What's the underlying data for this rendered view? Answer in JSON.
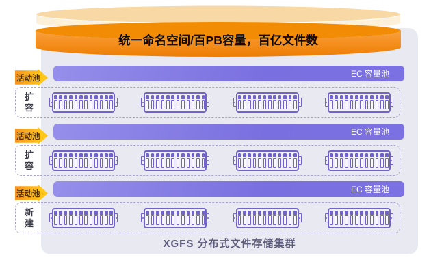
{
  "cylinder": {
    "label": "统一命名空间/百PB容量，百亿文件数"
  },
  "footer": {
    "label": "XGFS 分布式文件存储集群"
  },
  "rows": [
    {
      "active_label": "活动池",
      "pool_label": "EC 容量池",
      "side_label": "扩容"
    },
    {
      "active_label": "活动池",
      "pool_label": "EC 容量池",
      "side_label": "扩容"
    },
    {
      "active_label": "活动池",
      "pool_label": "EC 容量池",
      "side_label": "新建"
    }
  ],
  "layout_counts": {
    "servers_per_row": 4,
    "disks_per_server": 12
  },
  "colors": {
    "panel_bg": "#E9E9F2",
    "pool_bar": "#7A6FE0",
    "server_purple": "#7063C9",
    "dashed_border": "#A9A3D0",
    "cylinder_orange": "#F28C06",
    "cylinder_pale": "#F8D8A4",
    "tag_orange": "#F7941E",
    "tag_yellow": "#FFC61A",
    "footer_text": "#5E5E7C"
  }
}
